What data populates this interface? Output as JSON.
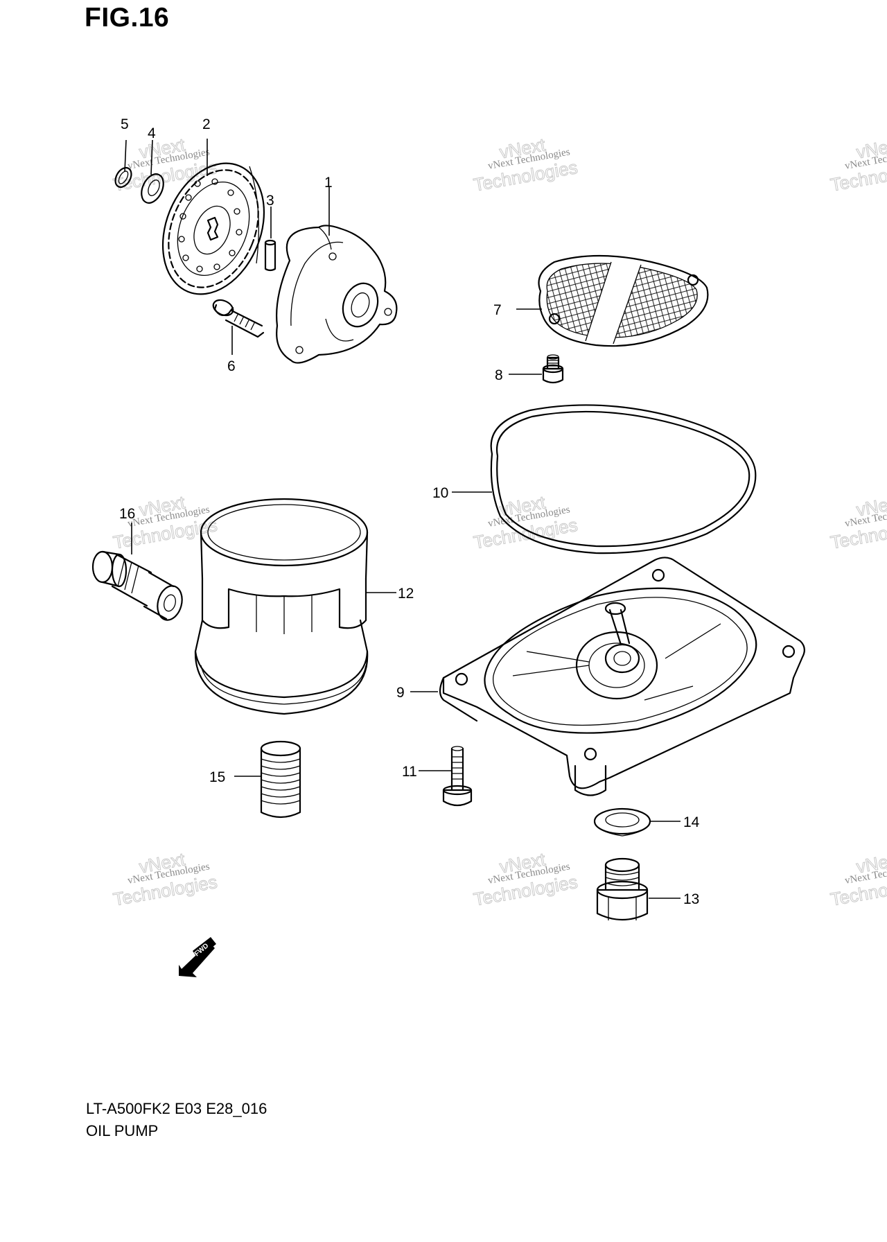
{
  "figure": {
    "title": "FIG.16"
  },
  "callouts": {
    "c1": "1",
    "c2": "2",
    "c3": "3",
    "c4": "4",
    "c5": "5",
    "c6": "6",
    "c7": "7",
    "c8": "8",
    "c9": "9",
    "c10": "10",
    "c11": "11",
    "c12": "12",
    "c13": "13",
    "c14": "14",
    "c15": "15",
    "c16": "16"
  },
  "watermark": {
    "small": "vNext Technologies",
    "big_top": "vNext",
    "big_bottom": "Technologies"
  },
  "fwd_label": "FWD",
  "footer": {
    "model_code": "LT-A500FK2 E03 E28_016",
    "section_name": "OIL PUMP"
  }
}
